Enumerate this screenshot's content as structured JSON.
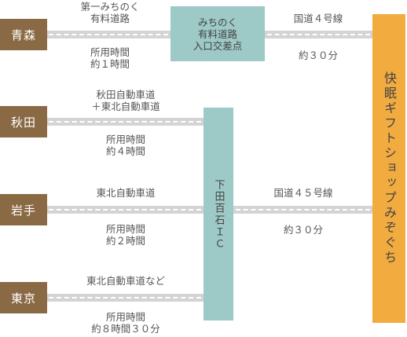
{
  "destination": {
    "name": "快眠ギフトショップみぞぐち"
  },
  "interchanges": {
    "michinoku": {
      "line1": "みちのく",
      "line2": "有料道路",
      "line3": "入口交差点"
    },
    "shimoda": {
      "name": "下田百石ＩＣ"
    }
  },
  "routes": [
    {
      "origin": "青森",
      "road_line1": "第一みちのく",
      "road_line2": "有料道路",
      "time_line1": "所用時間",
      "time_line2": "約１時間"
    },
    {
      "origin": "秋田",
      "road_line1": "秋田自動車道",
      "road_line2": "＋東北自動車道",
      "time_line1": "所用時間",
      "time_line2": "約４時間"
    },
    {
      "origin": "岩手",
      "road_line1": "東北自動車道",
      "time_line1": "所用時間",
      "time_line2": "約２時間"
    },
    {
      "origin": "東京",
      "road_line1": "東北自動車道など",
      "time_line1": "所用時間",
      "time_line2": "約８時間３０分"
    }
  ],
  "connectors": [
    {
      "road": "国道４号線",
      "time": "約３０分"
    },
    {
      "road": "国道４５号線",
      "time": "約３０分"
    }
  ]
}
